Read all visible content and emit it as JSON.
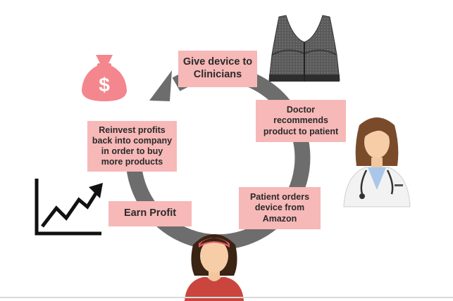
{
  "diagram": {
    "steps": {
      "give_device": "Give device to\nClinicians",
      "doctor_recommends": "Doctor\nrecommends\nproduct to patient",
      "patient_orders": "Patient orders\ndevice from\nAmazon",
      "earn_profit": "Earn Profit",
      "reinvest": "Reinvest profits\nback into company\nin order to  buy\nmore products"
    },
    "icons": {
      "money_bag": "money-bag-icon",
      "sports_bra": "sports-bra-image",
      "doctor": "doctor-icon",
      "patient": "patient-icon",
      "growth_chart": "growth-chart-icon"
    },
    "colors": {
      "label_bg": "#f7b8b8",
      "cycle_arrow": "#6d6d6d",
      "money_bag": "#f4868e"
    }
  }
}
